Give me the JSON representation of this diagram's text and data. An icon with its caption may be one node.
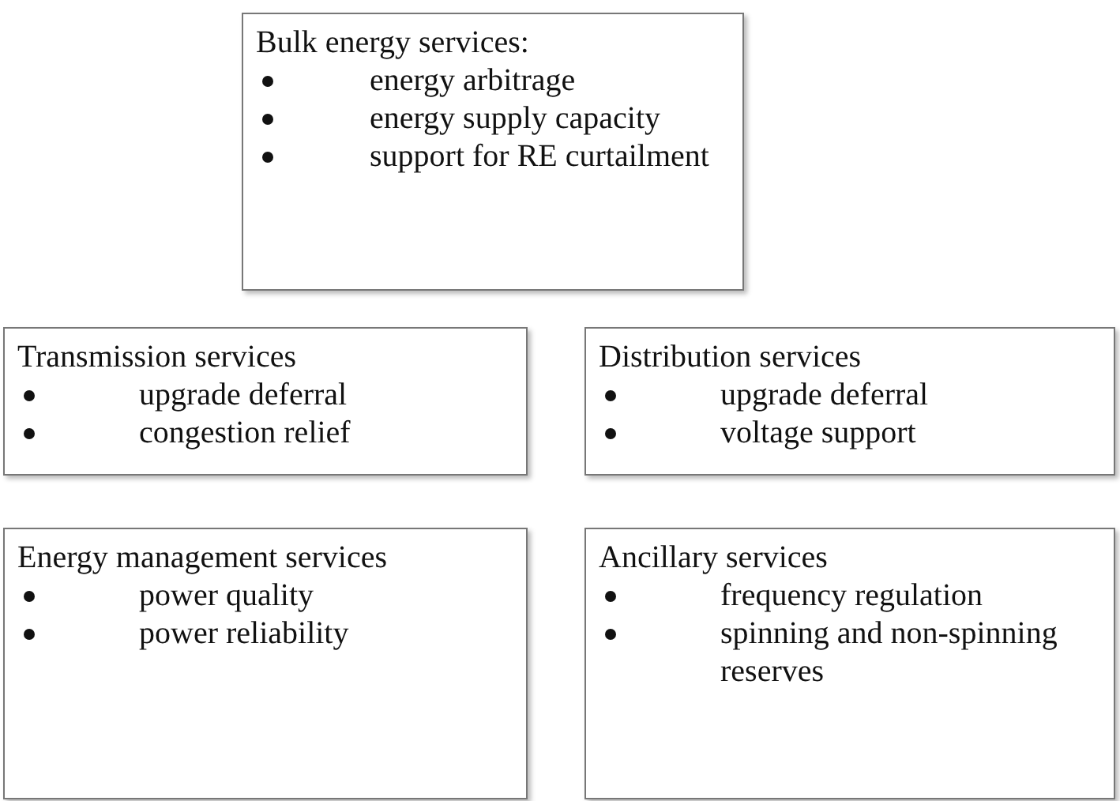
{
  "diagram": {
    "nodes": [
      {
        "text": [
          "Bulk energy services:",
          "energy arbitrage",
          "energy supply capacity",
          "support for RE curtailment"
        ]
      },
      {
        "text": [
          "Transmission services",
          "upgrade deferral",
          "congestion relief"
        ]
      },
      {
        "text": [
          "Distribution services",
          "upgrade deferral",
          "voltage support"
        ]
      },
      {
        "text": [
          "Energy management services",
          "power quality",
          "power reliability"
        ]
      },
      {
        "text": [
          "Ancillary services",
          "frequency regulation",
          "spinning and non-spinning reserves"
        ]
      }
    ]
  }
}
